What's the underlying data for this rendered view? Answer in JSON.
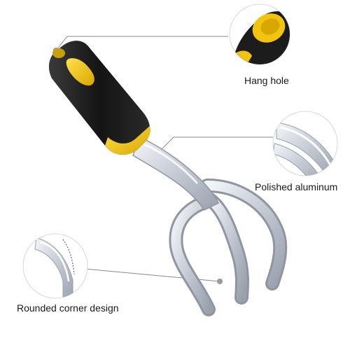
{
  "callouts": {
    "hang_hole": "Hang hole",
    "polished_aluminum": "Polished aluminum",
    "rounded_corner": "Rounded corner design"
  },
  "colors": {
    "handle_black": "#1c1c1c",
    "handle_yellow": "#f2c40f",
    "metal": "#d7dbe3",
    "leader_line": "#8a8a8a"
  },
  "icons": [
    "hand-cultivator-image",
    "hang-hole-zoom",
    "polished-aluminum-zoom",
    "rounded-corner-zoom"
  ]
}
